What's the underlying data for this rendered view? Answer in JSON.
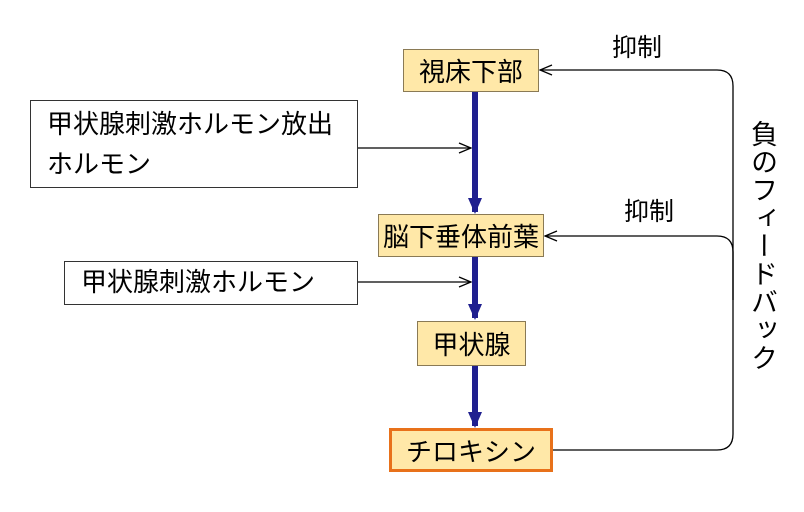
{
  "nodes": {
    "hypothalamus": "視床下部",
    "pituitary": "脳下垂体前葉",
    "thyroid": "甲状腺",
    "thyroxine": "チロキシン"
  },
  "hormones": {
    "trh": "甲状腺刺激ホルモン放出ホルモン",
    "tsh": "甲状腺刺激ホルモン"
  },
  "labels": {
    "inhibit_top": "抑制",
    "inhibit_mid": "抑制",
    "feedback": "負のフィードバック"
  },
  "colors": {
    "main_arrow": "#1f1f8f",
    "organ_fill": "#ffe8a8",
    "output_border": "#e8711a"
  }
}
